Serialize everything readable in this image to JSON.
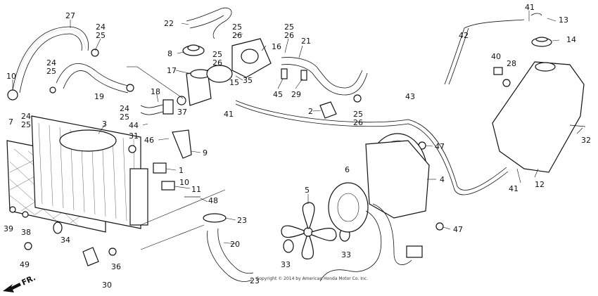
{
  "callouts": [
    "27",
    "24",
    "25",
    "22",
    "25",
    "26",
    "25",
    "26",
    "41",
    "13",
    "42",
    "14",
    "10",
    "24",
    "25",
    "19",
    "8",
    "25",
    "26",
    "16",
    "21",
    "40",
    "28",
    "17",
    "35",
    "15",
    "18",
    "37",
    "24",
    "25",
    "45",
    "29",
    "43",
    "7",
    "24",
    "25",
    "3",
    "44",
    "41",
    "2",
    "25",
    "26",
    "32",
    "31",
    "46",
    "9",
    "1",
    "47",
    "12",
    "6",
    "10",
    "11",
    "5",
    "4",
    "41",
    "48",
    "23",
    "39",
    "38",
    "34",
    "20",
    "47",
    "33",
    "49",
    "36",
    "33",
    "30",
    "23"
  ],
  "copyright": "Copyright © 2014 by American Honda Motor Co. Inc.",
  "direction": "FR."
}
